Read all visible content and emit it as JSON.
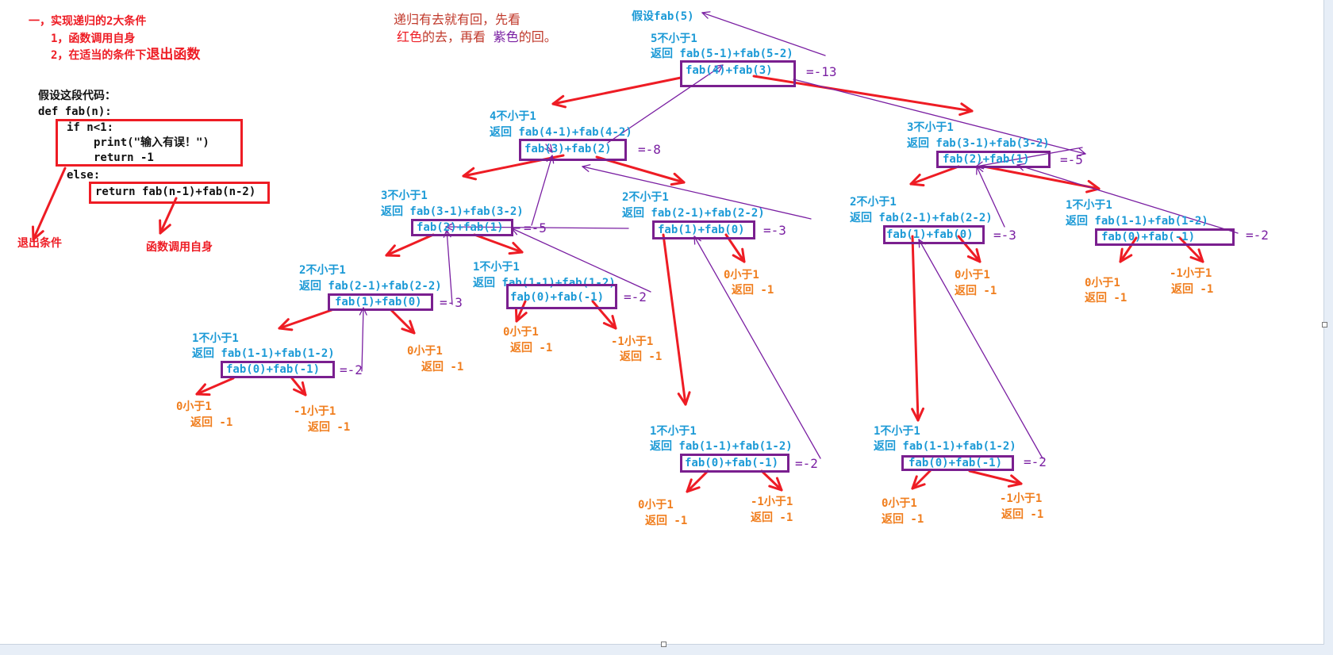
{
  "intro": {
    "heading": "一，实现递归的2大条件",
    "cond1": "1，函数调用自身",
    "cond2_prefix": "2，在适当的条件下",
    "cond2_emph": "退出函数"
  },
  "code": {
    "title": "假设这段代码：",
    "line1": "def fab(n):",
    "line2": "if n<1:",
    "line3": "print(\"输入有误！\")",
    "line4": "return -1",
    "line5": "else:",
    "line6": "return fab(n-1)+fab(n-2)"
  },
  "labels": {
    "exit_condition": "退出条件",
    "self_call": "函数调用自身"
  },
  "note": {
    "line1": "递归有去就有回，先看",
    "line2_a": "红色",
    "line2_b": "的去，再看",
    "line2_c": "紫色",
    "line2_d": "的回。"
  },
  "nodes": {
    "n5": {
      "assume": "假设fab(5)",
      "cond": "5不小于1",
      "ret": "返回 fab(5-1)+fab(5-2)",
      "box": "fab(4)+fab(3)",
      "result": "=-13"
    },
    "n4": {
      "cond": "4不小于1",
      "ret": "返回 fab(4-1)+fab(4-2)",
      "box": "fab(3)+fab(2)",
      "result": "=-8"
    },
    "n3a": {
      "cond": "3不小于1",
      "ret": "返回 fab(3-1)+fab(3-2)",
      "box": "fab(2)+fab(1)",
      "result": "=-5"
    },
    "n3b": {
      "cond": "3不小于1",
      "ret": "返回 fab(3-1)+fab(3-2)",
      "box": "fab(2)+fab(1)",
      "result": "=-5"
    },
    "n2a": {
      "cond": "2不小于1",
      "ret": "返回 fab(2-1)+fab(2-2)",
      "box": "fab(1)+fab(0)",
      "result": "=-3"
    },
    "n2b": {
      "cond": "2不小于1",
      "ret": "返回 fab(2-1)+fab(2-2)",
      "box": "fab(1)+fab(0)",
      "result": "=-3"
    },
    "n2c": {
      "cond": "2不小于1",
      "ret": "返回 fab(2-1)+fab(2-2)",
      "box": "fab(1)+fab(0)",
      "result": "=-3"
    },
    "n1a": {
      "cond": "1不小于1",
      "ret": "返回 fab(1-1)+fab(1-2)",
      "box": "fab(0)+fab(-1)",
      "result": "=-2"
    },
    "n1b": {
      "cond": "1不小于1",
      "ret": "返回 fab(1-1)+fab(1-2)",
      "box": "fab(0)+fab(-1)",
      "result": "=-2"
    },
    "n1c": {
      "cond": "1不小于1",
      "ret": "返回 fab(1-1)+fab(1-2)",
      "box": "fab(0)+fab(-1)",
      "result": "=-2"
    },
    "n1d": {
      "cond": "1不小于1",
      "ret": "返回 fab(1-1)+fab(1-2)",
      "box": "fab(0)+fab(-1)",
      "result": "=-2"
    },
    "n1e": {
      "cond": "1不小于1",
      "ret": "返回 fab(1-1)+fab(1-2)",
      "box": "fab(0)+fab(-1)",
      "result": "=-2"
    }
  },
  "leaves": {
    "zero": "0小于1",
    "neg": "-1小于1",
    "ret": "返回 -1"
  },
  "colors": {
    "call_arrow": "#ee1c24",
    "return_line": "#7a1fa2",
    "node_text": "#1c9ad6",
    "leaf_text": "#f07e1e",
    "box_border": "#7a1f8f"
  }
}
